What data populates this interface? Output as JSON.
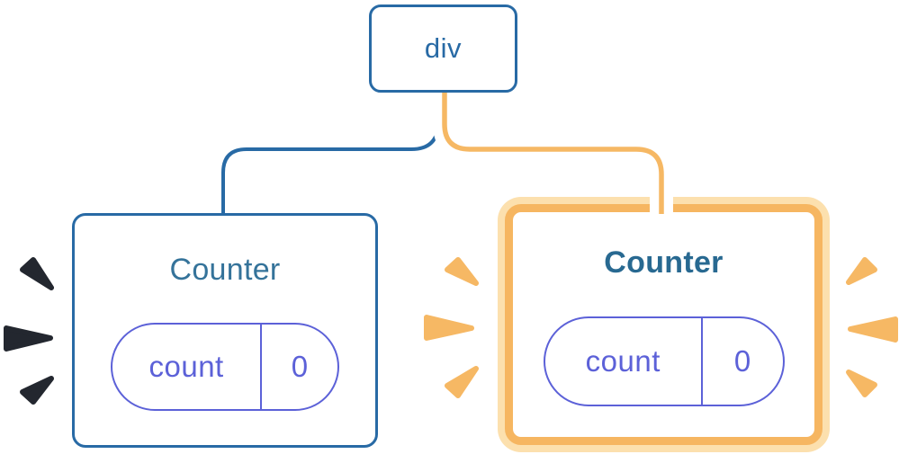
{
  "diagram": {
    "description": "React component tree: a div root with two Counter children, each holding state count = 0; the right Counter is highlighted as just re-rendered",
    "root": {
      "label": "div"
    },
    "children": [
      {
        "title": "Counter",
        "highlighted": false,
        "state": {
          "key": "count",
          "value": "0"
        }
      },
      {
        "title": "Counter",
        "highlighted": true,
        "state": {
          "key": "count",
          "value": "0"
        }
      }
    ]
  },
  "colors": {
    "blue": "#286AA5",
    "blue_text": "#35739A",
    "blue_text_bold": "#286991",
    "indigo": "#5C61D8",
    "orange": "#F6B864",
    "orange_border": "#F6B661",
    "orange_light": "#FCE0AE",
    "navy_spark": "#23272F",
    "card_bg": "#FFFFFF",
    "page_bg": "#FFFFFF"
  }
}
